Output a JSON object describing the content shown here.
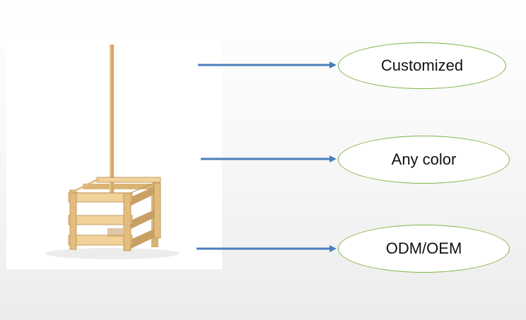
{
  "features": [
    {
      "label": "Customized"
    },
    {
      "label": "Any color"
    },
    {
      "label": "ODM/OEM"
    }
  ],
  "colors": {
    "arrow": "#4a7ebb",
    "bubble_border": "#7cb342",
    "wood_light": "#f0d29a",
    "wood_mid": "#d9b476",
    "wood_dark": "#b98c4f"
  }
}
